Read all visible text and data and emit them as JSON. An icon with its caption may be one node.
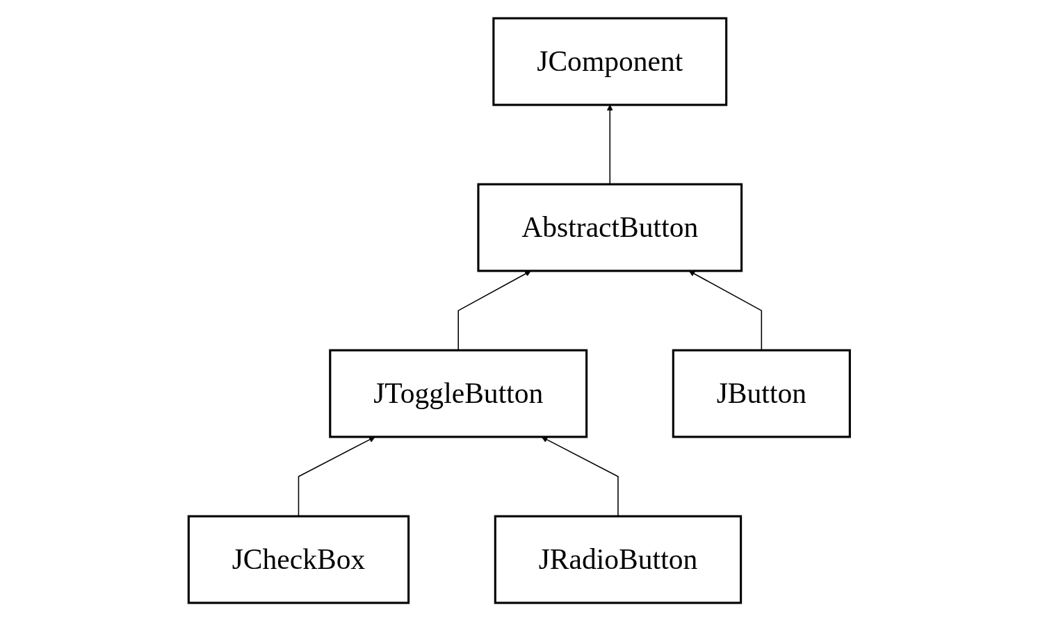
{
  "diagram": {
    "nodes": [
      {
        "text": [
          "JComponent"
        ]
      },
      {
        "text": [
          "AbstractButton"
        ]
      },
      {
        "text": [
          "JToggleButton"
        ]
      },
      {
        "text": [
          "JButton"
        ]
      },
      {
        "text": [
          "JCheckBox"
        ]
      },
      {
        "text": [
          "JRadioButton"
        ]
      }
    ],
    "edges": [
      {
        "from": 1,
        "to": 0,
        "arrow": "to"
      },
      {
        "from": 2,
        "to": 1,
        "arrow": "to"
      },
      {
        "from": 3,
        "to": 1,
        "arrow": "to"
      },
      {
        "from": 4,
        "to": 2,
        "arrow": "to"
      },
      {
        "from": 5,
        "to": 2,
        "arrow": "to"
      }
    ]
  }
}
